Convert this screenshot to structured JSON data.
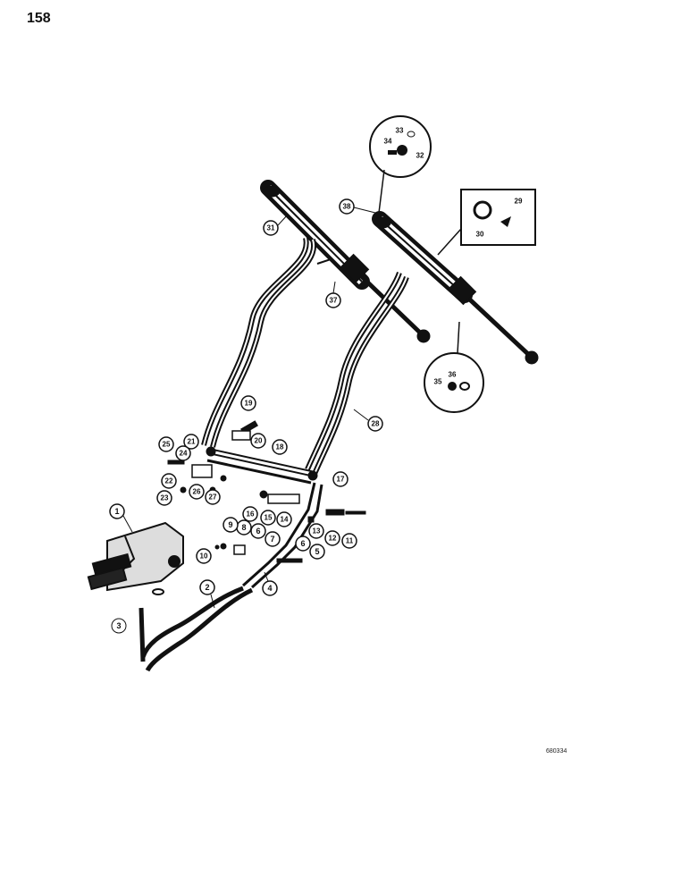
{
  "page": {
    "number": "158",
    "reference_code": "680334"
  },
  "callouts": [
    {
      "label": "1"
    },
    {
      "label": "2"
    },
    {
      "label": "3"
    },
    {
      "label": "4"
    },
    {
      "label": "5"
    },
    {
      "label": "6"
    },
    {
      "label": "6"
    },
    {
      "label": "7"
    },
    {
      "label": "8"
    },
    {
      "label": "9"
    },
    {
      "label": "10"
    },
    {
      "label": "11"
    },
    {
      "label": "12"
    },
    {
      "label": "13"
    },
    {
      "label": "14"
    },
    {
      "label": "15"
    },
    {
      "label": "16"
    },
    {
      "label": "17"
    },
    {
      "label": "18"
    },
    {
      "label": "19"
    },
    {
      "label": "20"
    },
    {
      "label": "21"
    },
    {
      "label": "22"
    },
    {
      "label": "23"
    },
    {
      "label": "24"
    },
    {
      "label": "25"
    },
    {
      "label": "26"
    },
    {
      "label": "27"
    },
    {
      "label": "28"
    },
    {
      "label": "29"
    },
    {
      "label": "30"
    },
    {
      "label": "31"
    },
    {
      "label": "32"
    },
    {
      "label": "33"
    },
    {
      "label": "34"
    },
    {
      "label": "35"
    },
    {
      "label": "36"
    },
    {
      "label": "37"
    },
    {
      "label": "38"
    }
  ],
  "colors": {
    "ink": "#111111",
    "paper": "#ffffff"
  }
}
